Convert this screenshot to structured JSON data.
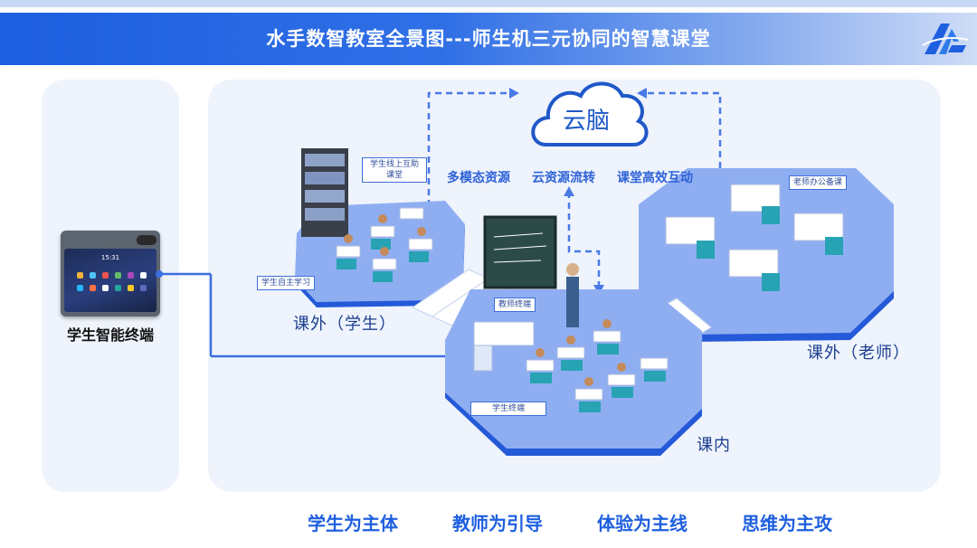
{
  "header": {
    "title": "水手数智教室全景图---师生机三元协同的智慧课堂"
  },
  "device": {
    "label": "学生智能终端",
    "screen_time": "15:31"
  },
  "cloud": {
    "label": "云脑"
  },
  "features": [
    "多模态资源",
    "云资源流转",
    "课堂高效互动"
  ],
  "zones": {
    "outside_student": "课外（学生）",
    "outside_teacher": "课外（老师）",
    "inside": "课内"
  },
  "tags": {
    "online_help": "学生线上互助课堂",
    "self_study": "学生自主学习",
    "teacher_terminal": "教师终端",
    "teacher_prep": "老师办公备课",
    "student_terminal": "学生终端"
  },
  "slogans": [
    "学生为主体",
    "教师为引导",
    "体验为主线",
    "思维为主攻"
  ],
  "colors": {
    "brand": "#1e5fe0",
    "panel": "#eef3fc",
    "platform": "#8faef2",
    "platform_edge": "#2459d8",
    "connector": "#3b6fe0"
  }
}
